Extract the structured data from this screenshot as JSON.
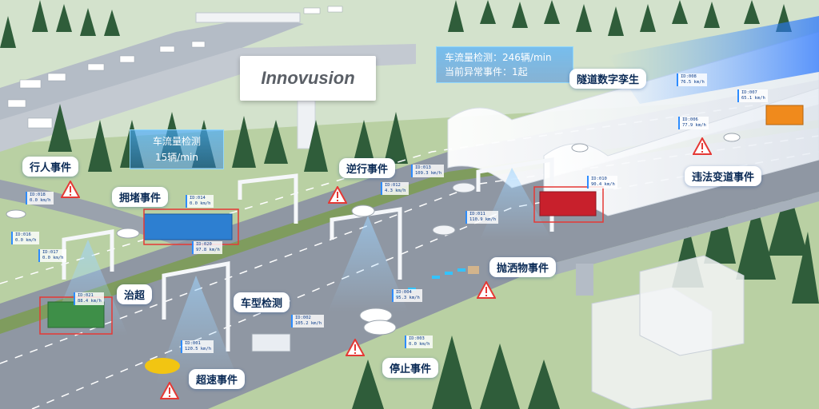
{
  "logo": {
    "text": "Innovusion"
  },
  "panels": {
    "local_flow_line1": "车流量检测",
    "local_flow_line2": "15辆/min",
    "total_flow": "车流量检测：246辆/min",
    "abnormal": "当前异常事件：1起"
  },
  "tags": [
    {
      "id": "pedestrian",
      "text": "行人事件"
    },
    {
      "id": "congestion",
      "text": "拥堵事件"
    },
    {
      "id": "wrong-way",
      "text": "逆行事件"
    },
    {
      "id": "tunnel-twin",
      "text": "隧道数字孪生"
    },
    {
      "id": "lane-change",
      "text": "违法变道事件"
    },
    {
      "id": "debris",
      "text": "抛洒物事件"
    },
    {
      "id": "overtake",
      "text": "治超"
    },
    {
      "id": "vehicle-type",
      "text": "车型检测"
    },
    {
      "id": "stop",
      "text": "停止事件"
    },
    {
      "id": "speeding",
      "text": "超速事件"
    }
  ],
  "vehicle_labels": [
    {
      "id": "ID:018",
      "speed": "0.0 km/h"
    },
    {
      "id": "ID:016",
      "speed": "0.0 km/h"
    },
    {
      "id": "ID:017",
      "speed": "0.0 km/h"
    },
    {
      "id": "ID:014",
      "speed": "0.0 km/h"
    },
    {
      "id": "ID:020",
      "speed": "97.8 km/h"
    },
    {
      "id": "ID:021",
      "speed": "88.4 km/h"
    },
    {
      "id": "ID:001",
      "speed": "120.5 km/h"
    },
    {
      "id": "ID:002",
      "speed": "105.2 km/h"
    },
    {
      "id": "ID:003",
      "speed": "0.0 km/h"
    },
    {
      "id": "ID:004",
      "speed": "95.3 km/h"
    },
    {
      "id": "ID:012",
      "speed": "4.3 km/h"
    },
    {
      "id": "ID:013",
      "speed": "109.3 km/h"
    },
    {
      "id": "ID:011",
      "speed": "110.9 km/h"
    },
    {
      "id": "ID:010",
      "speed": "90.4 km/h"
    },
    {
      "id": "ID:008",
      "speed": "76.5 km/h"
    },
    {
      "id": "ID:007",
      "speed": "65.1 km/h"
    },
    {
      "id": "ID:006",
      "speed": "77.9 km/h"
    }
  ],
  "colors": {
    "tag_text": "#0a2a55",
    "warning": "#e53935",
    "accent": "#2d8cff",
    "road": "#8f97a3",
    "grass": "#a9c48a",
    "tree": "#2f5d3a",
    "sky": "#dfe9dc"
  }
}
